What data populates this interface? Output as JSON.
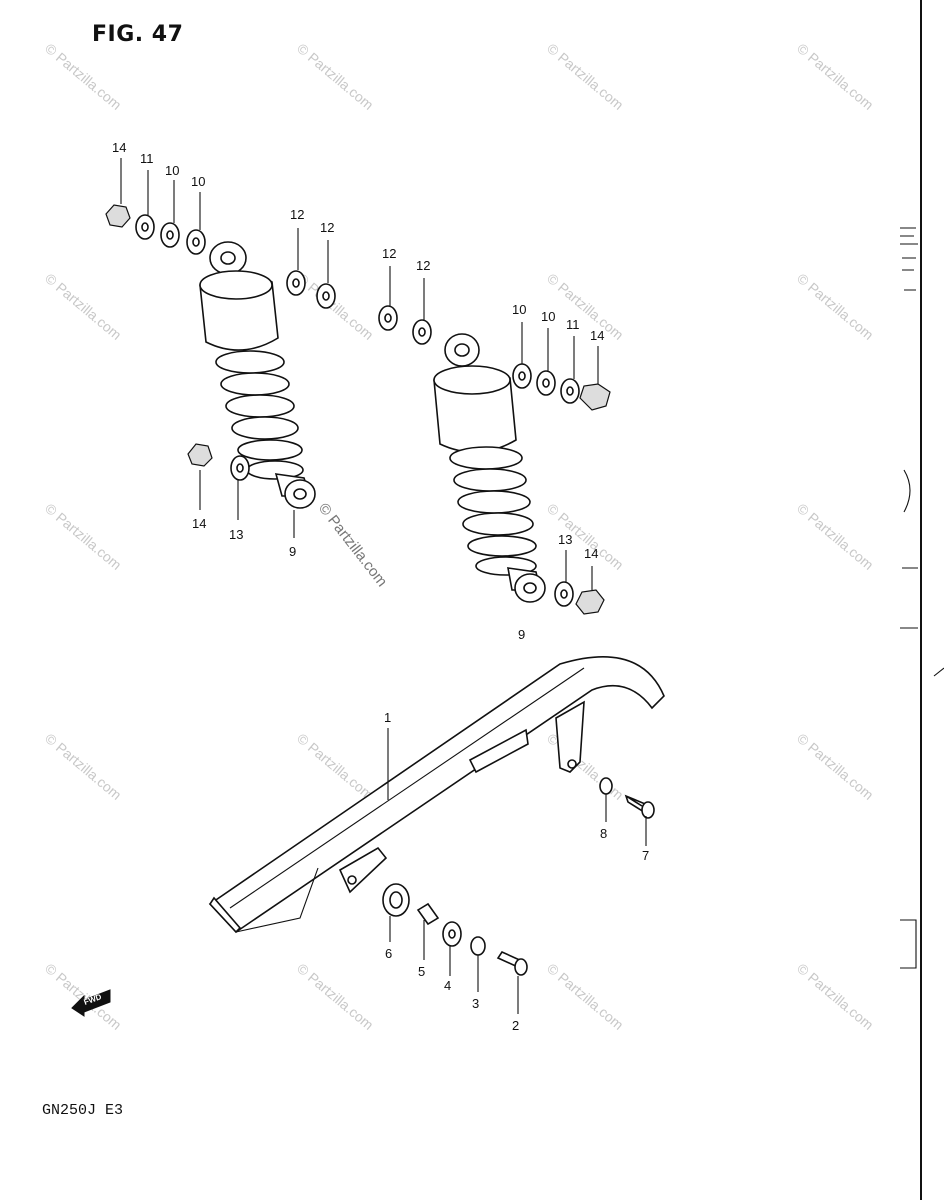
{
  "figure": {
    "title": "FIG. 47",
    "model_code": "GN250J  E3"
  },
  "watermark": {
    "text": "© Partzilla.com",
    "color": "#c8c8c8"
  },
  "callouts": [
    {
      "id": "c14a",
      "label": "14"
    },
    {
      "id": "c11a",
      "label": "11"
    },
    {
      "id": "c10a",
      "label": "10"
    },
    {
      "id": "c10b",
      "label": "10"
    },
    {
      "id": "c12a",
      "label": "12"
    },
    {
      "id": "c12b",
      "label": "12"
    },
    {
      "id": "c12c",
      "label": "12"
    },
    {
      "id": "c12d",
      "label": "12"
    },
    {
      "id": "c10c",
      "label": "10"
    },
    {
      "id": "c10d",
      "label": "10"
    },
    {
      "id": "c11b",
      "label": "11"
    },
    {
      "id": "c14b",
      "label": "14"
    },
    {
      "id": "c14c",
      "label": "14"
    },
    {
      "id": "c13a",
      "label": "13"
    },
    {
      "id": "c9a",
      "label": "9"
    },
    {
      "id": "c13b",
      "label": "13"
    },
    {
      "id": "c14d",
      "label": "14"
    },
    {
      "id": "c9b",
      "label": "9"
    },
    {
      "id": "c1",
      "label": "1"
    },
    {
      "id": "c8",
      "label": "8"
    },
    {
      "id": "c7",
      "label": "7"
    },
    {
      "id": "c6",
      "label": "6"
    },
    {
      "id": "c5",
      "label": "5"
    },
    {
      "id": "c4",
      "label": "4"
    },
    {
      "id": "c3",
      "label": "3"
    },
    {
      "id": "c2",
      "label": "2"
    }
  ],
  "fwd_arrow": {
    "label": "FWD"
  }
}
